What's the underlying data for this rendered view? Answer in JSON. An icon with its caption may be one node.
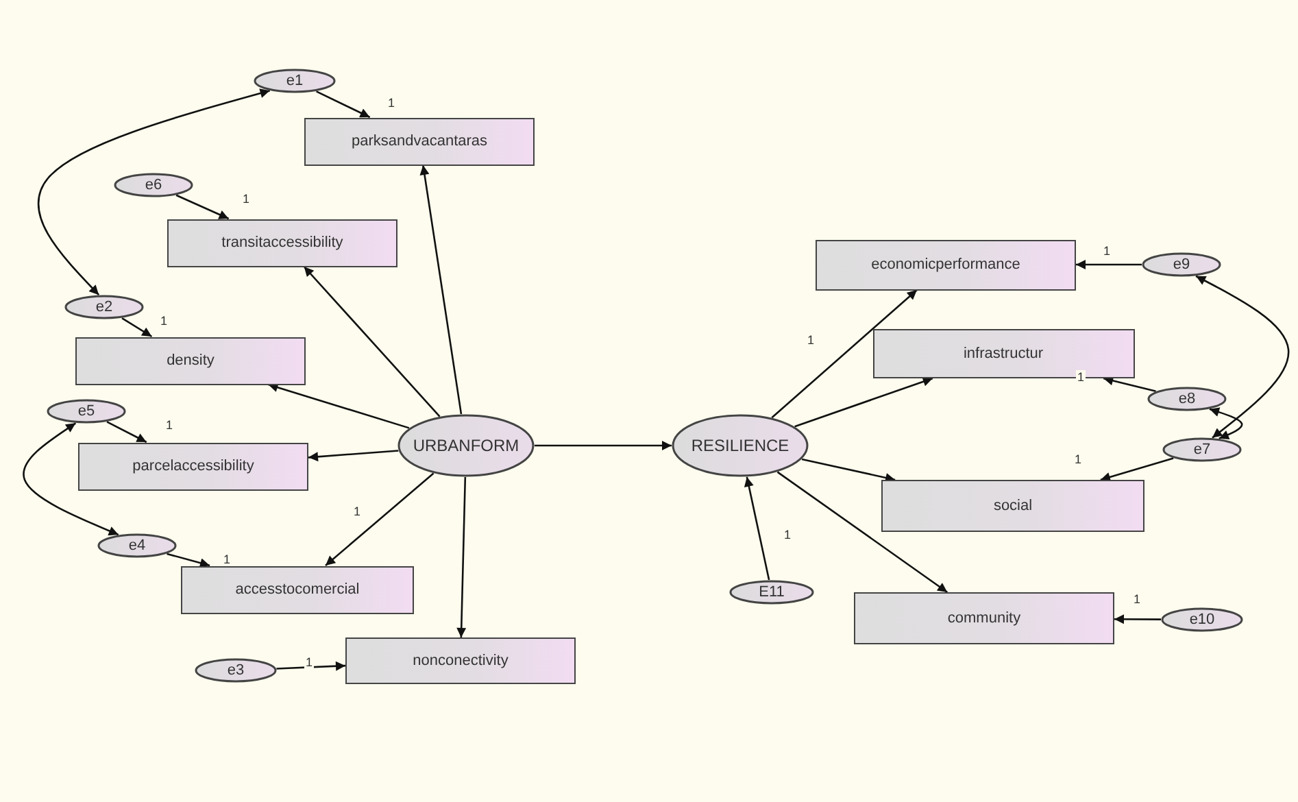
{
  "diagram": {
    "nodes": [
      {
        "text": [
          "e1"
        ]
      },
      {
        "text": [
          "parksandvacantaras"
        ]
      },
      {
        "text": [
          "e6"
        ]
      },
      {
        "text": [
          "transitaccessibility"
        ]
      },
      {
        "text": [
          "e2"
        ]
      },
      {
        "text": [
          "density"
        ]
      },
      {
        "text": [
          "e5"
        ]
      },
      {
        "text": [
          "parcelaccessibility"
        ]
      },
      {
        "text": [
          "URBANFORM"
        ]
      },
      {
        "text": [
          "e4"
        ]
      },
      {
        "text": [
          "accesstocomercial"
        ]
      },
      {
        "text": [
          "e3"
        ]
      },
      {
        "text": [
          "nonconectivity"
        ]
      },
      {
        "text": [
          "RESILIENCE"
        ]
      },
      {
        "text": [
          "economicperformance"
        ]
      },
      {
        "text": [
          "e9"
        ]
      },
      {
        "text": [
          "infrastructur"
        ]
      },
      {
        "text": [
          "e8"
        ]
      },
      {
        "text": [
          "e7"
        ]
      },
      {
        "text": [
          "social"
        ]
      },
      {
        "text": [
          "E11"
        ]
      },
      {
        "text": [
          "community"
        ]
      },
      {
        "text": [
          "e10"
        ]
      }
    ],
    "edges": [
      {
        "from": 0,
        "to": 1,
        "arrow": "to",
        "label": "1"
      },
      {
        "from": 2,
        "to": 3,
        "arrow": "to",
        "label": "1"
      },
      {
        "from": 4,
        "to": 5,
        "arrow": "to",
        "label": "1"
      },
      {
        "from": 6,
        "to": 7,
        "arrow": "to",
        "label": "1"
      },
      {
        "from": 9,
        "to": 10,
        "arrow": "to",
        "label": "1"
      },
      {
        "from": 11,
        "to": 12,
        "arrow": "to",
        "label": "1"
      },
      {
        "from": 8,
        "to": 1,
        "arrow": "to"
      },
      {
        "from": 8,
        "to": 3,
        "arrow": "to"
      },
      {
        "from": 8,
        "to": 5,
        "arrow": "to"
      },
      {
        "from": 8,
        "to": 7,
        "arrow": "to"
      },
      {
        "from": 8,
        "to": 10,
        "arrow": "to",
        "label": "1"
      },
      {
        "from": 8,
        "to": 12,
        "arrow": "to"
      },
      {
        "from": 8,
        "to": 13,
        "arrow": "to"
      },
      {
        "from": 13,
        "to": 14,
        "arrow": "to",
        "label": "1"
      },
      {
        "from": 13,
        "to": 16,
        "arrow": "to"
      },
      {
        "from": 13,
        "to": 19,
        "arrow": "to"
      },
      {
        "from": 13,
        "to": 21,
        "arrow": "to"
      },
      {
        "from": 20,
        "to": 13,
        "arrow": "to",
        "label": "1"
      },
      {
        "from": 15,
        "to": 14,
        "arrow": "to",
        "label": "1"
      },
      {
        "from": 17,
        "to": 16,
        "arrow": "to",
        "label": "1"
      },
      {
        "from": 18,
        "to": 19,
        "arrow": "to",
        "label": "1"
      },
      {
        "from": 22,
        "to": 21,
        "arrow": "to",
        "label": "1"
      },
      {
        "from": 0,
        "to": 4,
        "arrow": "both"
      },
      {
        "from": 6,
        "to": 9,
        "arrow": "both"
      },
      {
        "from": 15,
        "to": 18,
        "arrow": "both"
      },
      {
        "from": 17,
        "to": 18,
        "arrow": "both"
      }
    ]
  }
}
